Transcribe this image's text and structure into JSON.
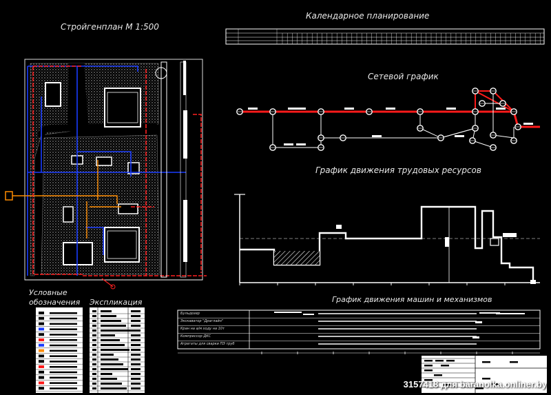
{
  "titles": {
    "site_plan": "Стройгенплан М 1:500",
    "calendar": "Календарное планирование",
    "network": "Сетевой график",
    "labor": "График движения трудовых ресурсов",
    "machines": "График движения машин и механизмов",
    "legend": "Условные обозначения",
    "explication": "Экспликация"
  },
  "machines_rows": [
    "Бульдозер",
    "Экскаватор \"Драглайн\"",
    "Кран на а/м ходу на 10т",
    "Компрессор ДКС",
    "Агрегаты для сварки ПЭ труб"
  ],
  "watermark": "3157418 для baranolka.onliner.by",
  "colors": {
    "background": "#000000",
    "lines": "#ffffff",
    "critical_path": "#ff0000",
    "utility_blue": "#1a3cff",
    "utility_orange": "#ff8c00"
  }
}
